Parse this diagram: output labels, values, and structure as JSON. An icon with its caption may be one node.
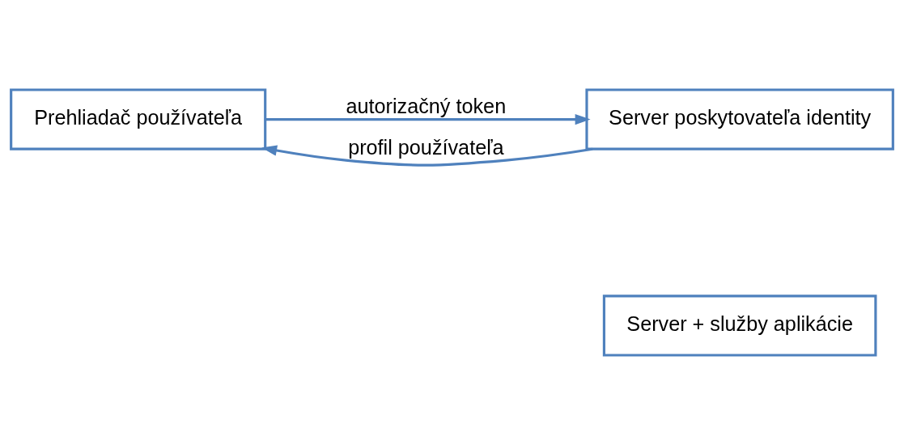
{
  "diagram": {
    "nodes": [
      {
        "text": [
          "Prehliadač používateľa"
        ]
      },
      {
        "text": [
          "Server poskytovateľa identity"
        ]
      },
      {
        "text": [
          "Server + služby aplikácie"
        ]
      }
    ],
    "edges": [
      {
        "from": 0,
        "to": 1,
        "arrow": "to",
        "label": "autorizačný token"
      },
      {
        "from": 1,
        "to": 0,
        "arrow": "to",
        "label": "profil používateľa"
      }
    ]
  }
}
